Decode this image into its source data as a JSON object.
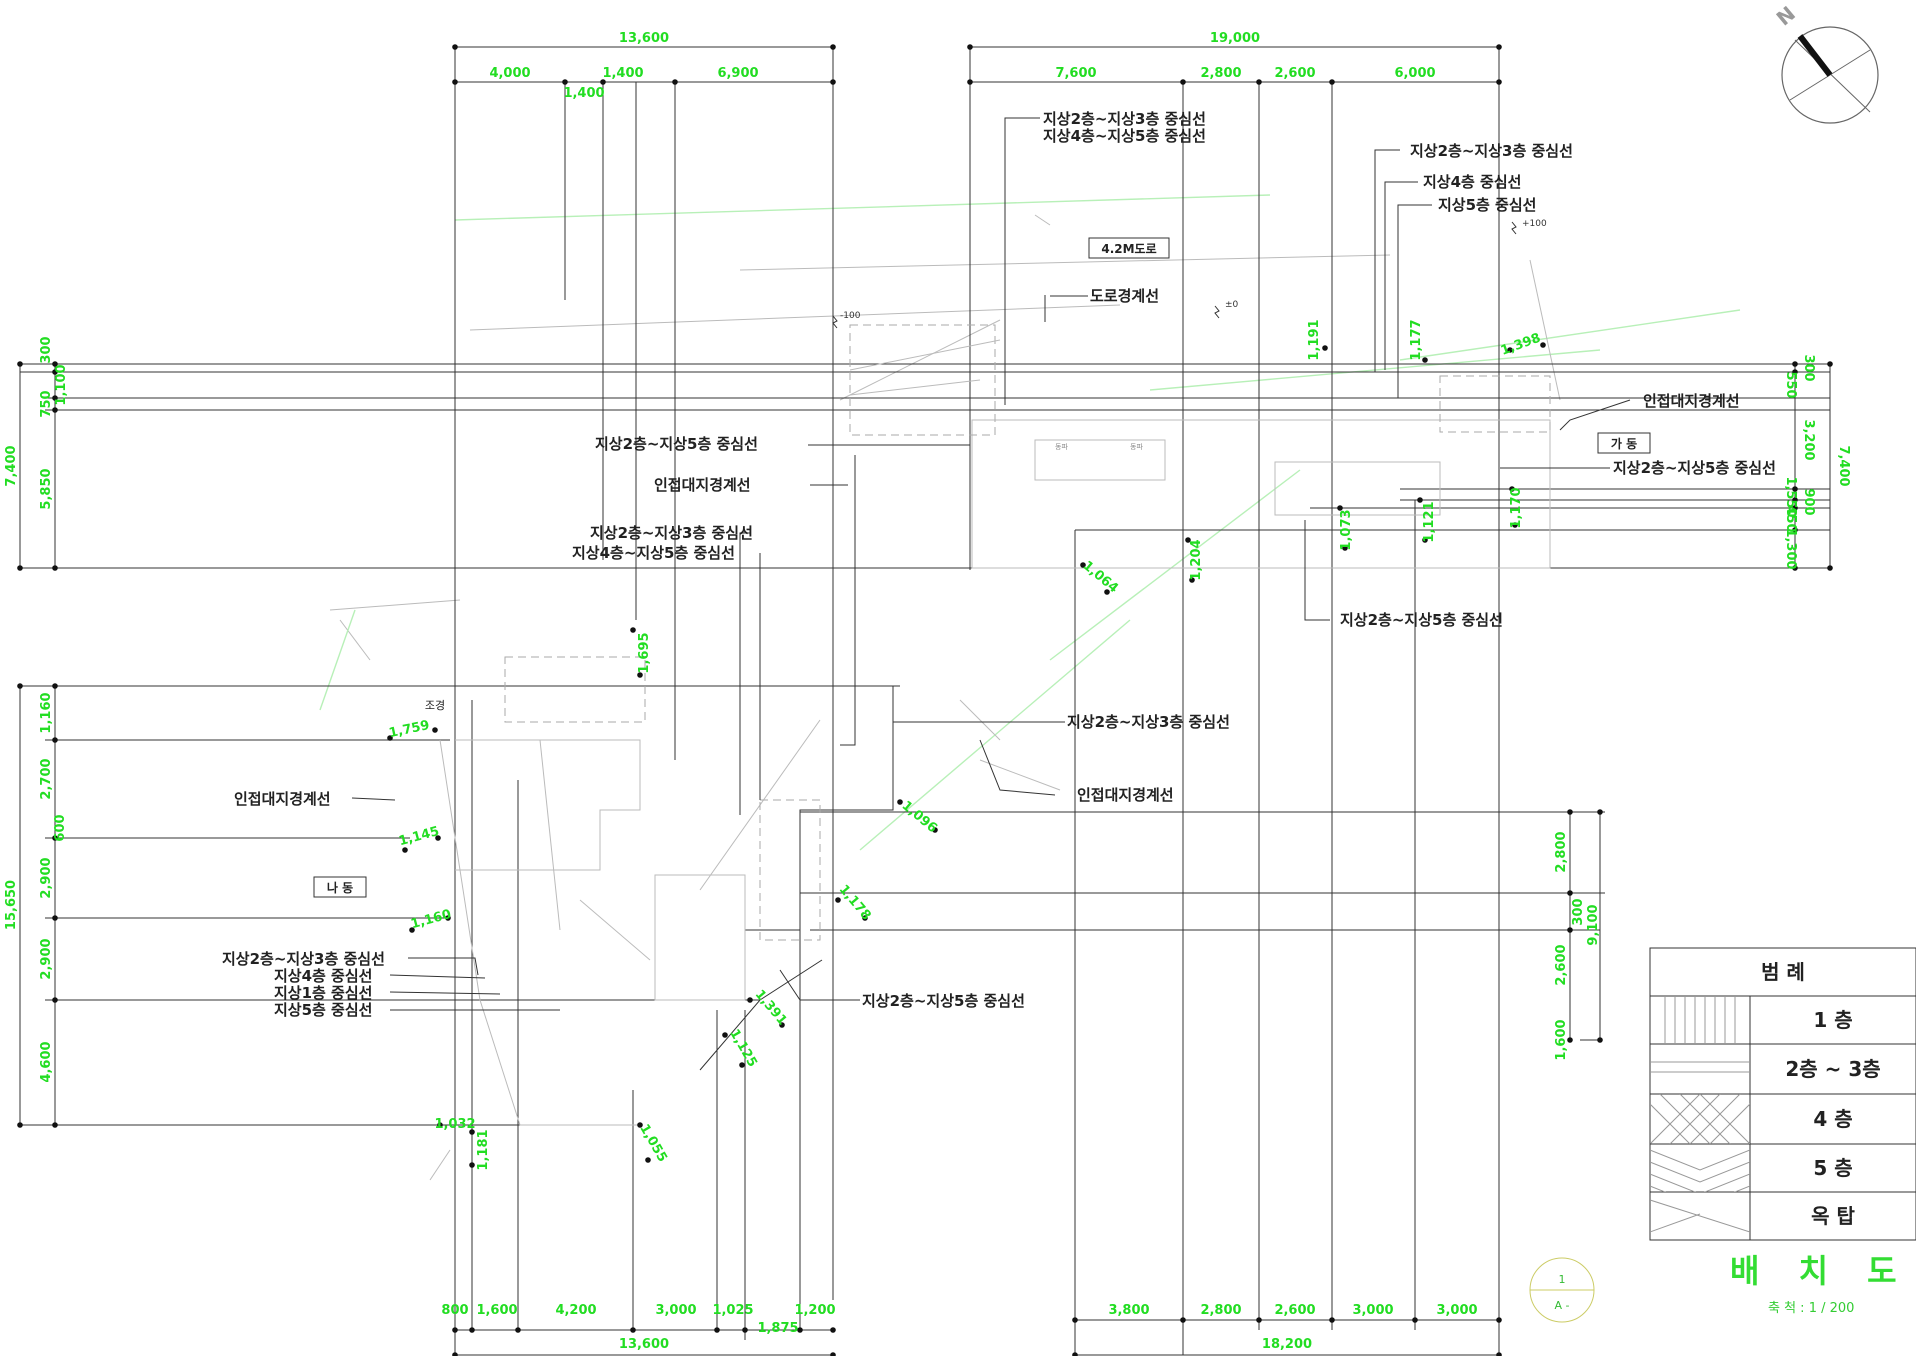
{
  "dimensions": {
    "top_left": {
      "total": "13,600",
      "parts": [
        "4,000",
        "1,400",
        "6,900"
      ],
      "sub": "1,400"
    },
    "top_right": {
      "total": "19,000",
      "parts": [
        "7,600",
        "2,800",
        "2,600",
        "6,000"
      ]
    },
    "bottom_left": {
      "total": "13,600",
      "parts": [
        "800",
        "1,600",
        "4,200",
        "3,000",
        "1,025",
        "1,200"
      ],
      "sub": "1,875"
    },
    "bottom_right": {
      "total": "18,200",
      "parts": [
        "3,800",
        "2,800",
        "2,600",
        "3,000",
        "3,000"
      ]
    },
    "left_upper": {
      "total": "7,400",
      "parts": [
        "300",
        "1,100",
        "750",
        "5,850"
      ]
    },
    "left_lower": {
      "total": "15,650",
      "parts": [
        "1,160",
        "2,700",
        "600",
        "2,900",
        "2,900",
        "4,600"
      ]
    },
    "right_upper": {
      "total": "7,400",
      "parts": [
        "300",
        "550",
        "3,200",
        "1,550",
        "900",
        "450",
        "1,300"
      ]
    },
    "right_lower": {
      "total": "9,100",
      "parts": [
        "2,800",
        "300",
        "2,600",
        "1,600"
      ]
    },
    "diagonals": [
      "1,191",
      "1,177",
      "1,398",
      "1,064",
      "1,204",
      "1,073",
      "1,121",
      "1,170",
      "1,695",
      "1,759",
      "1,145",
      "1,160",
      "1,096",
      "1,178",
      "1,391",
      "1,125",
      "1,032",
      "1,181",
      "1,055"
    ]
  },
  "labels": {
    "l1": "지상2층~지상3층 중심선",
    "l2": "지상4층~지상5층 중심선",
    "l3": "지상2층~지상3층 중심선",
    "l4": "지상4층 중심선",
    "l5": "지상5층 중심선",
    "road": "4.2M도로",
    "road_boundary": "도로경계선",
    "l6": "인접대지경계선",
    "gadong": "가 동",
    "l7": "지상2층~지상5층 중심선",
    "l8": "지상2층~지상5층 중심선",
    "l9": "인접대지경계선",
    "l10": "지상2층~지상3층 중심선",
    "l11": "지상4층~지상5층 중심선",
    "l12": "지상2층~지상5층 중심선",
    "l13": "지상2층~지상3층 중심선",
    "l14": "인접대지경계선",
    "l15": "인접대지경계선",
    "nadong": "나 동",
    "jogyeong": "조경",
    "l16": "지상2층~지상3층 중심선",
    "l17": "지상4층 중심선",
    "l18": "지상1층 중심선",
    "l19": "지상5층 중심선",
    "l20": "지상2층~지상5층 중심선",
    "lev1": "-100",
    "lev2": "±0",
    "lev3": "+100",
    "blk1": "동파",
    "blk2": "동파"
  },
  "legend": {
    "header": "범  례",
    "rows": [
      "1  층",
      "2층 ~ 3층",
      "4  층",
      "5  층",
      "옥  탑"
    ]
  },
  "title_block": {
    "title": "배 치 도",
    "scale": "축 척 : 1 / 200",
    "mark_number": "1",
    "mark_sheet": "A -"
  }
}
